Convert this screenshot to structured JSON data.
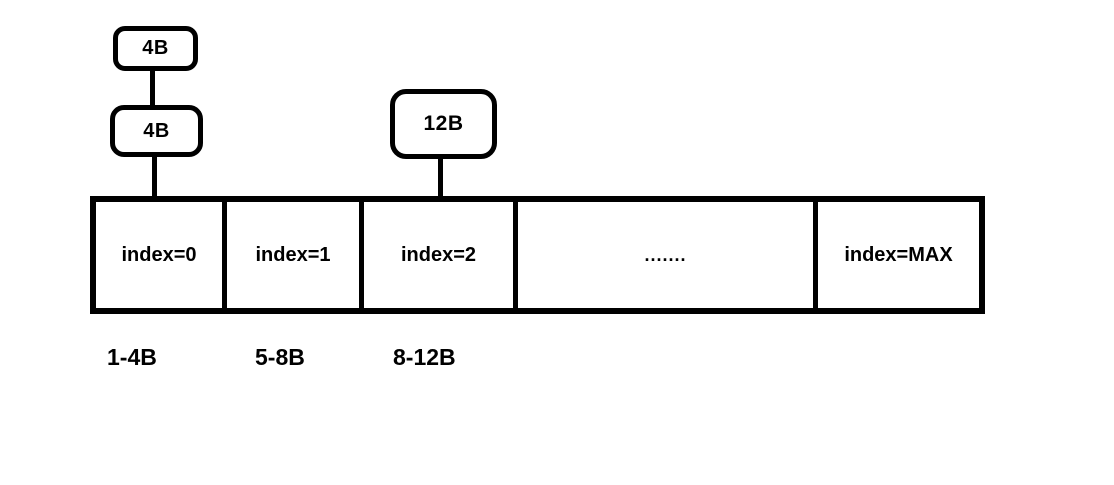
{
  "diagram": {
    "free_blocks": [
      {
        "label": "4B"
      },
      {
        "label": "4B"
      },
      {
        "label": "12B"
      }
    ],
    "array_cells": [
      {
        "label": "index=0"
      },
      {
        "label": "index=1"
      },
      {
        "label": "index=2"
      },
      {
        "label": "......."
      },
      {
        "label": "index=MAX"
      }
    ],
    "size_labels": [
      {
        "label": "1-4B"
      },
      {
        "label": "5-8B"
      },
      {
        "label": "8-12B"
      }
    ],
    "colors": {
      "stroke": "#000000",
      "background": "#ffffff"
    }
  }
}
